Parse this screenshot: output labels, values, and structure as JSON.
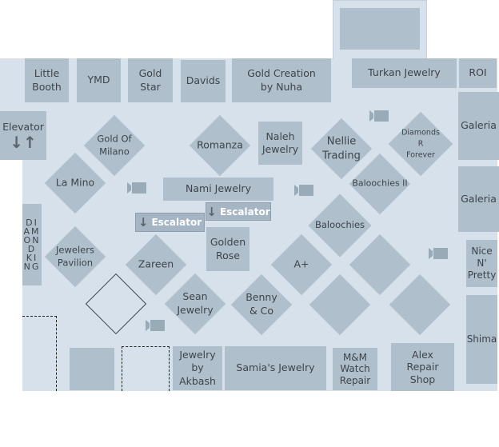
{
  "stores": {
    "little_booth": "Little\nBooth",
    "ymd": "YMD",
    "gold_star": "Gold\nStar",
    "davids": "Davids",
    "gold_creation": "Gold Creation\nby Nuha",
    "turkan": "Turkan Jewelry",
    "roi": "ROI",
    "elevator": "Elevator",
    "galeria_1": "Galeria",
    "galeria_2": "Galeria",
    "naleh": "Naleh\nJewelry",
    "nami": "Nami Jewelry",
    "golden_rose": "Golden\nRose",
    "diamond_king": "DIAMOND KING",
    "nice_n_pretty": "Nice\nN'\nPretty",
    "shima": "Shima",
    "akbash": "Jewelry\nby Akbash",
    "samias": "Samia's Jewelry",
    "mm_watch": "M&M\nWatch\nRepair",
    "alex": "Alex\nRepair\nShop",
    "gold_of_milano": "Gold Of\nMilano",
    "romanza": "Romanza",
    "la_mino": "La Mino",
    "nellie": "Nellie\nTrading",
    "diamonds_r_forever": "Diamonds\nR\nForever",
    "baloochies_ii": "Baloochies II",
    "baloochies": "Baloochies",
    "jewelers_pavilion": "Jewelers\nPavilion",
    "zareen": "Zareen",
    "sean": "Sean\nJewelry",
    "benny": "Benny\n& Co",
    "a_plus": "A+"
  },
  "escalators": {
    "left": "Escalator",
    "right": "Escalator"
  },
  "icons": {
    "elevator": "up-down-arrows",
    "escalator": "down-arrow",
    "camera": "security-camera"
  },
  "colors": {
    "floor": "#d6e1ec",
    "store": "#afbfcc",
    "text": "#3d444b"
  }
}
